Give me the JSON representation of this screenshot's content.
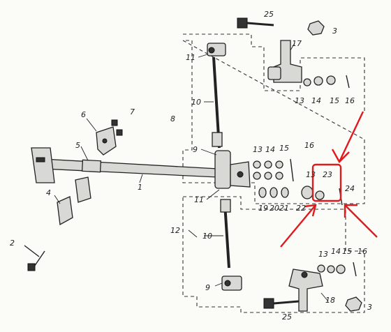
{
  "labels": {
    "l1": "1",
    "l2": "2",
    "l3a": "3",
    "l3b": "3",
    "l4": "4",
    "l5": "5",
    "l6": "6",
    "l7": "7",
    "l8": "8",
    "l9a": "9",
    "l9b": "9",
    "l10a": "10",
    "l10b": "10",
    "l11a": "11",
    "l11b": "11",
    "l12": "12",
    "l13a": "13",
    "l13b": "13",
    "l13c": "13",
    "l13d": "13",
    "l14a": "14",
    "l14b": "14",
    "l14c": "14",
    "l15a": "15",
    "l15b": "15",
    "l15c": "15",
    "l16a": "16",
    "l16b": "16",
    "l16c": "16",
    "l17": "17",
    "l18": "18",
    "l19": "19",
    "l20": "20",
    "l21": "21",
    "l22": "22",
    "l23": "23",
    "l24": "24",
    "l25a": "25",
    "l25b": "25"
  },
  "highlight": {
    "color": "#e0191d",
    "target": "23"
  }
}
